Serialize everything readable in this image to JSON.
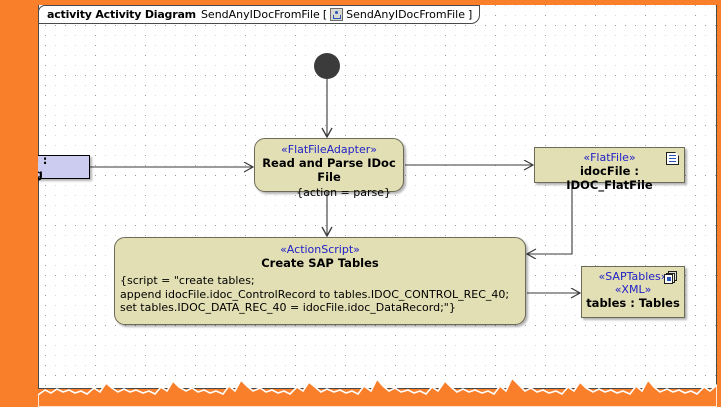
{
  "frame": {
    "keyword": "activity Activity Diagram",
    "name": "SendAnyIDocFromFile",
    "bracket_open": "[",
    "bracket_close": "]",
    "bracket_name": "SendAnyIDocFromFile",
    "icon": "activity-diagram-icon"
  },
  "colors": {
    "background": "#f97f2b",
    "sheet": "#ffffff",
    "node_fill": "#e2dfb4",
    "node_border": "#6d6a57",
    "stereotype_text": "#2020c8",
    "param_fill": "#ccccf0",
    "initial_node": "#3b3b3b",
    "grid_dot": "#9a9a9a"
  },
  "parameter_node": {
    "label": "name : String"
  },
  "initial_node": {
    "label": "initial-node"
  },
  "nodes": {
    "read": {
      "stereotype": "«FlatFileAdapter»",
      "name": "Read and Parse IDoc File",
      "property": "{action = parse}"
    },
    "create": {
      "stereotype": "«ActionScript»",
      "name": "Create SAP Tables",
      "script": "{script = \"create tables;\nappend idocFile.idoc_ControlRecord to tables.IDOC_CONTROL_REC_40;\nset tables.IDOC_DATA_REC_40 = idocFile.idoc_DataRecord;\"}"
    },
    "idocfile": {
      "stereotype": "«FlatFile»",
      "name": "idocFile : IDOC_FlatFile",
      "icon": "document-icon"
    },
    "tables": {
      "stereotype1": "«SAPTables»",
      "stereotype2": "«XML»",
      "name": "tables : Tables",
      "icon": "document-stack-icon"
    }
  },
  "edges": [
    {
      "name": "edge-param-to-read"
    },
    {
      "name": "edge-initial-to-read"
    },
    {
      "name": "edge-read-to-idocfile"
    },
    {
      "name": "edge-read-to-create"
    },
    {
      "name": "edge-idocfile-to-create"
    },
    {
      "name": "edge-create-to-tables"
    }
  ]
}
